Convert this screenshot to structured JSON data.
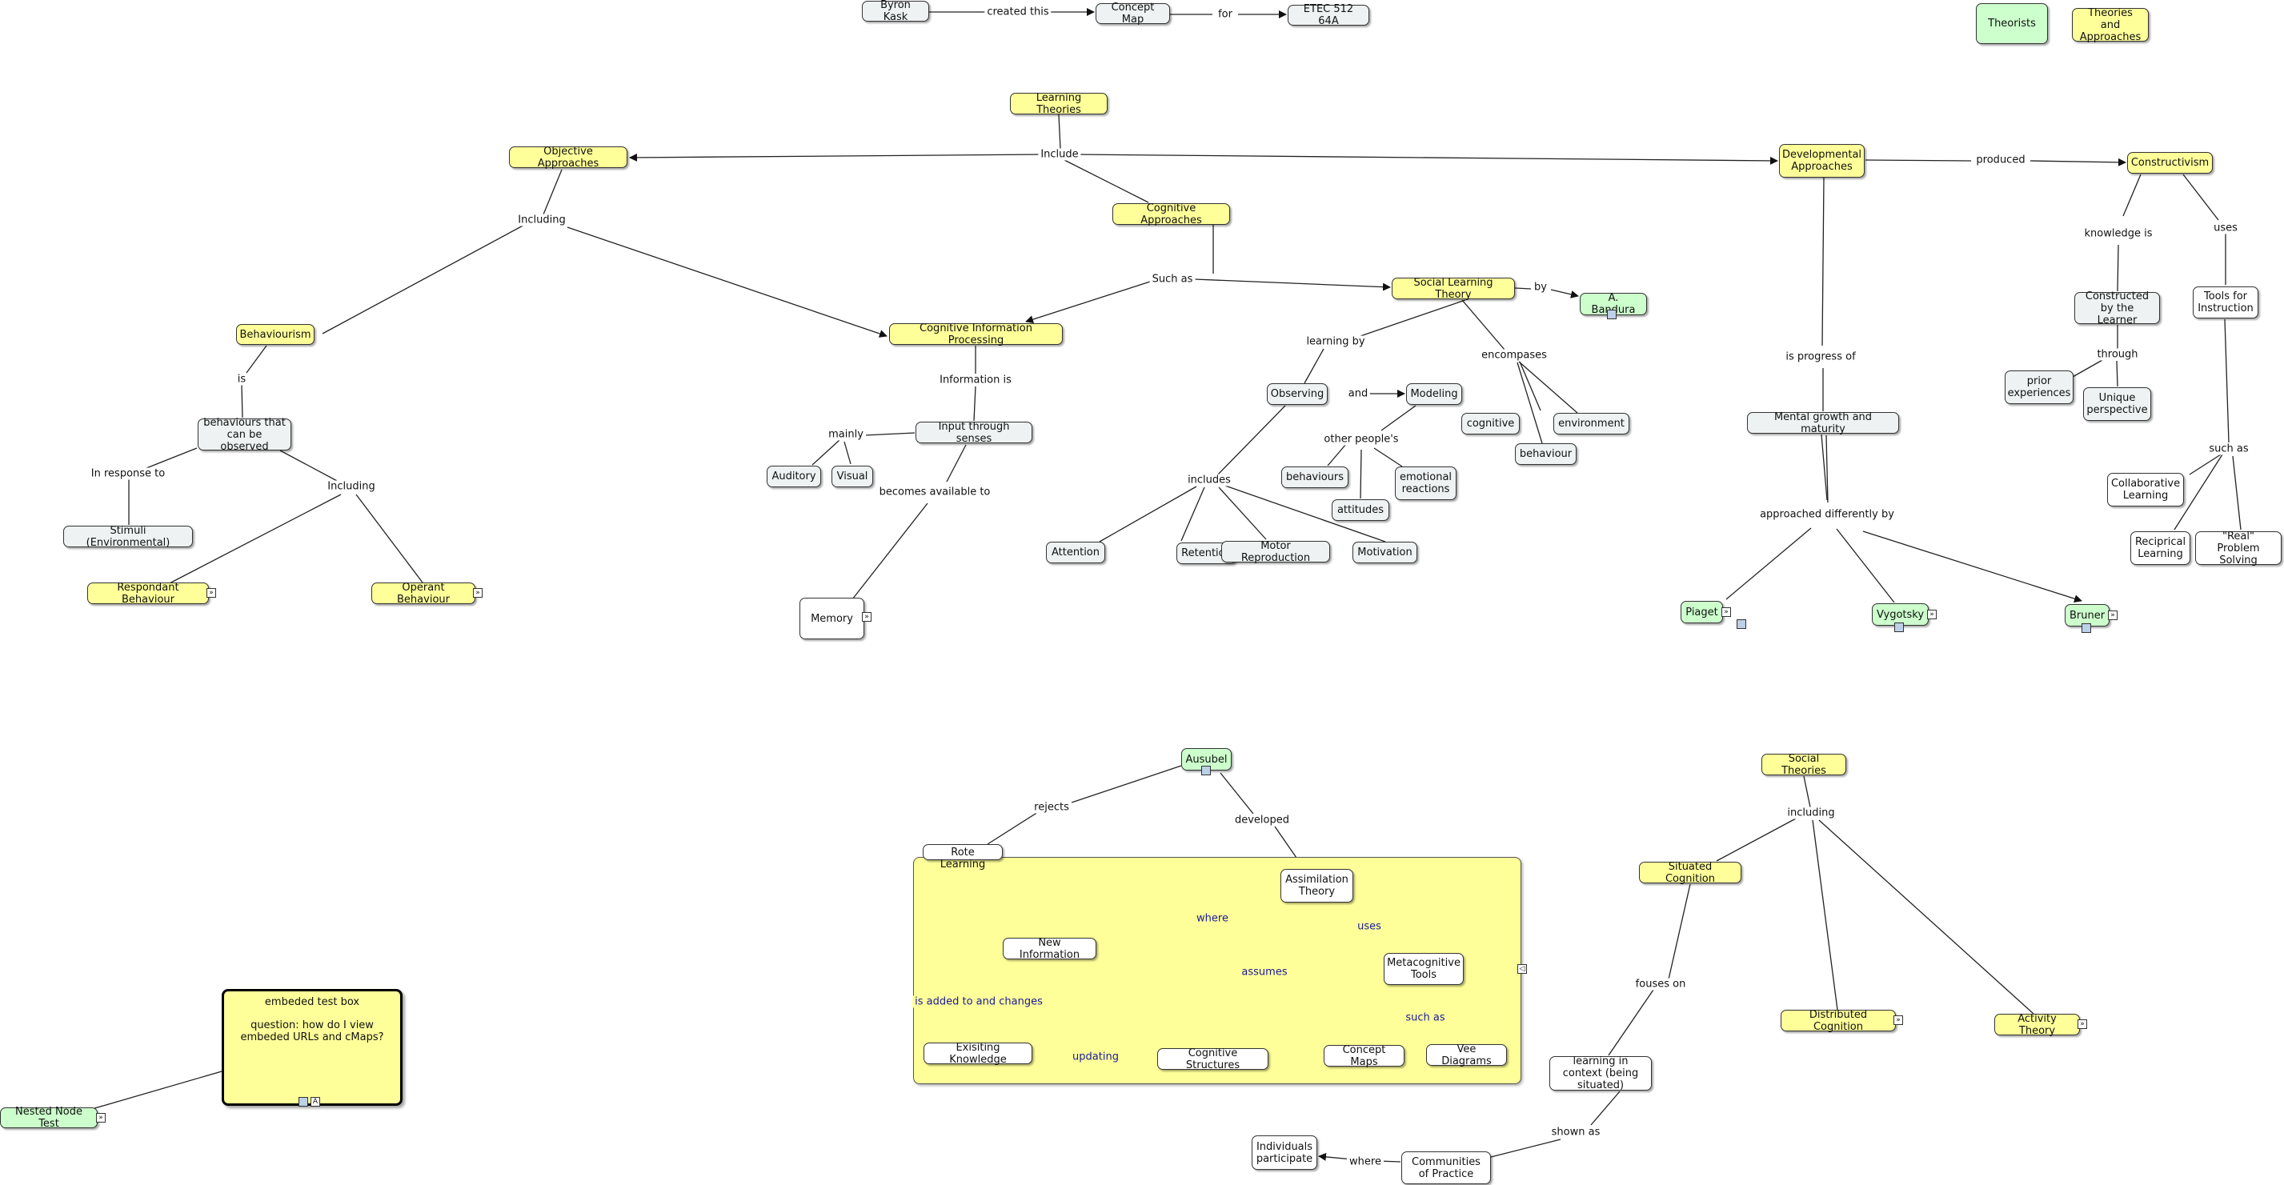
{
  "nodes": {
    "byron": "Byron Kask",
    "concept_map": "Concept Map",
    "etec": "ETEC 512 64A",
    "legend_theorists": "Theorists",
    "legend_theories": "Theories and Approaches",
    "learning_theories": "Learning Theories",
    "objective": "Objective Approaches",
    "cognitive_approaches": "Cognitive Approaches",
    "developmental": "Developmental Approaches",
    "constructivism": "Constructivism",
    "behaviourism": "Behaviourism",
    "behaviours_observed": "behaviours that can be observed",
    "stimuli": "Stimuli (Environmental)",
    "respondant": "Respondant Behaviour",
    "operant": "Operant Behaviour",
    "cip": "Cognitive Information Processing",
    "input_senses": "Input through senses",
    "auditory": "Auditory",
    "visual": "Visual",
    "memory": "Memory",
    "slt": "Social Learning Theory",
    "bandura": "A. Bandura",
    "observing": "Observing",
    "modeling": "Modeling",
    "behaviours": "behaviours",
    "attitudes": "attitudes",
    "emotional": "emotional reactions",
    "cognitive": "cognitive",
    "environment": "environment",
    "behaviour": "behaviour",
    "attention": "Attention",
    "retention": "Retention",
    "motor": "Motor Reproduction",
    "motivation": "Motivation",
    "mental_growth": "Mental growth and maturity",
    "piaget": "Piaget",
    "vygotsky": "Vygotsky",
    "bruner": "Bruner",
    "constructed": "Constructed by the Learner",
    "prior": "prior experiences",
    "unique": "Unique perspective",
    "tools": "Tools for Instruction",
    "collaborative": "Collaborative Learning",
    "reciprocal": "Reciprical Learning",
    "real_problem": "\"Real\" Problem Solving",
    "ausubel": "Ausubel",
    "rote": "Rote Learning",
    "assimilation": "Assimilation Theory",
    "new_info": "New Information",
    "metacognitive": "Metacognitive Tools",
    "existing": "Exisiting Knowledge",
    "cog_structures": "Cognitive Structures",
    "concept_maps": "Concept Maps",
    "vee": "Vee Diagrams",
    "social_theories": "Social Theories",
    "situated": "Situated Cognition",
    "distributed": "Distributed Cognition",
    "activity": "Activity Theory",
    "learning_context": "learning in context (being situated)",
    "communities": "Communities of Practice",
    "individuals": "Individuals participate",
    "nested": "Nested Node Test"
  },
  "links": {
    "created_this": "created this",
    "for": "for",
    "include": "Include",
    "produced": "produced",
    "including_obj": "Including",
    "such_as_cog": "Such as",
    "by": "by",
    "knowledge_is": "knowledge is",
    "uses_con": "uses",
    "is_beh": "is",
    "information_is": "Information is",
    "learning_by": "learning by",
    "encompases": "encompases",
    "is_progress_of": "is progress of",
    "through": "through",
    "in_response_to": "In response to",
    "including_beh": "Including",
    "mainly": "mainly",
    "and": "and",
    "other_peoples": "other people's",
    "becomes_available": "becomes available to",
    "includes": "includes",
    "such_as_tools": "such as",
    "approached": "approached differently by",
    "rejects": "rejects",
    "developed": "developed",
    "where_assim": "where",
    "uses_assim": "uses",
    "assumes": "assumes",
    "is_added": "is added to and changes",
    "such_as_meta": "such as",
    "updating": "updating",
    "including_soc": "including",
    "fouses_on": "fouses on",
    "shown_as": "shown as",
    "where_comm": "where"
  },
  "embed": {
    "title": "embeded test box",
    "question": "question: how do I view embeded URLs and cMaps?"
  },
  "colors": {
    "yellow": "#ffff99",
    "green": "#ccffcc",
    "gray": "#eef2f2",
    "line": "#222222",
    "link_blue": "#1a1a99"
  }
}
